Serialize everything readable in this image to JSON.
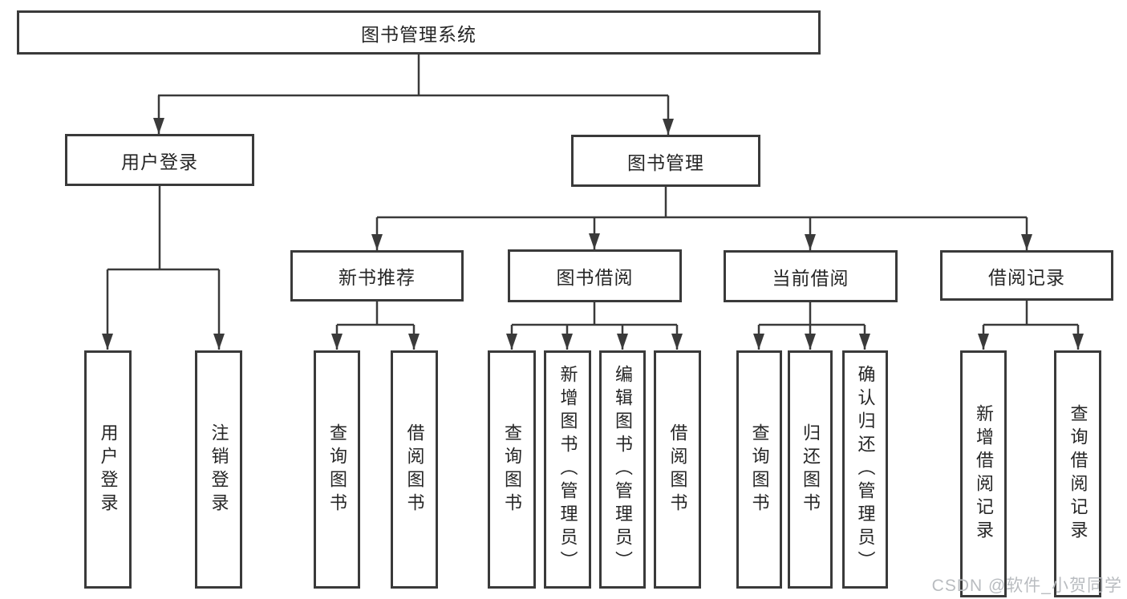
{
  "tree": {
    "root": "图书管理系统",
    "branches": [
      {
        "label": "用户登录",
        "children": [
          "用户登录",
          "注销登录"
        ]
      },
      {
        "label": "图书管理",
        "sections": [
          {
            "label": "新书推荐",
            "children": [
              "查询图书",
              "借阅图书"
            ]
          },
          {
            "label": "图书借阅",
            "children": [
              "查询图书",
              "新增图书（管理员）",
              "编辑图书（管理员）",
              "借阅图书"
            ]
          },
          {
            "label": "当前借阅",
            "children": [
              "查询图书",
              "归还图书",
              "确认归还（管理员）"
            ]
          },
          {
            "label": "借阅记录",
            "children": [
              "新增借阅记录",
              "查询借阅记录"
            ]
          }
        ]
      }
    ]
  },
  "watermark": "CSDN @软件_小贺同学",
  "colors": {
    "line": "#3a3a3a",
    "text": "#262626",
    "watermark": "#b9bcc0",
    "background": "#ffffff"
  }
}
